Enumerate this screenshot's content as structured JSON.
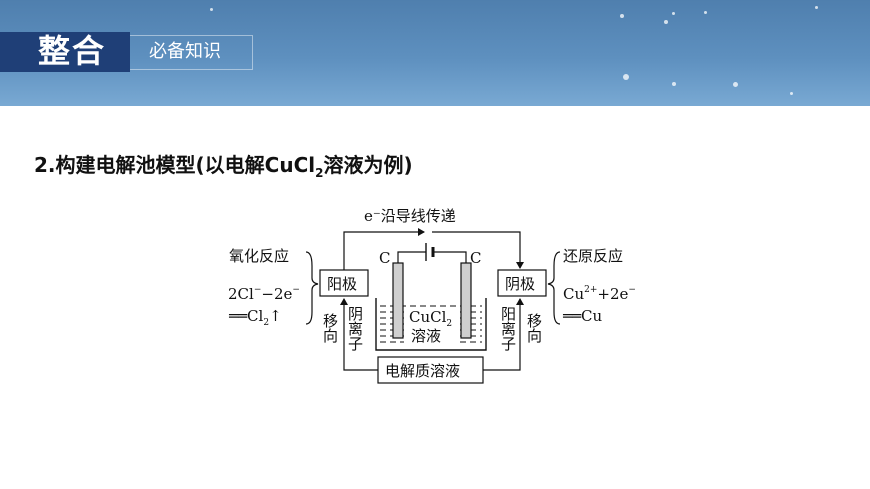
{
  "header": {
    "badge": "整合",
    "subtitle": "必备知识"
  },
  "section": {
    "title_pre": "2.构建电解池模型(以电解CuCl",
    "title_sub": "2",
    "title_post": "溶液为例)"
  },
  "diagram": {
    "electron_flow": "e⁻沿导线传递",
    "left_electrode": "C",
    "right_electrode": "C",
    "solution_line1": "CuCl",
    "solution_sub": "2",
    "solution_line2": "溶液",
    "anode": "阳极",
    "cathode": "阴极",
    "electrolyte": "电解质溶液",
    "left_title": "氧化反应",
    "left_eq1": "2Cl",
    "left_eq1_sup": "−",
    "left_eq1_mid": "−2e",
    "left_eq1_sup2": "−",
    "left_eq2": "══Cl",
    "left_eq2_sub": "2",
    "left_eq2_arrow": "↑",
    "right_title": "还原反应",
    "right_eq1": "Cu",
    "right_eq1_sup": "2+",
    "right_eq1_mid": "+2e",
    "right_eq1_sup2": "−",
    "right_eq2": "══Cu",
    "left_ion_dir": "移向",
    "left_ion_type": "阴离子",
    "right_ion_dir": "移向",
    "right_ion_type": "阳离子"
  }
}
